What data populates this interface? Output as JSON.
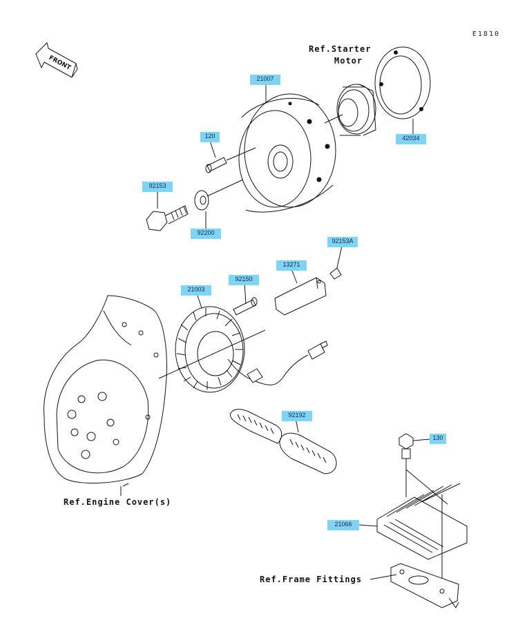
{
  "diagram_code": "E1810",
  "front_label": "FRONT",
  "references": {
    "starter_motor": [
      "Ref.Starter",
      "Motor"
    ],
    "engine_cover": "Ref.Engine Cover(s)",
    "frame_fittings": "Ref.Frame Fittings"
  },
  "parts": {
    "p21007": "21007",
    "p42034": "42034",
    "p120": "120",
    "p92153": "92153",
    "p92200": "92200",
    "p92153a": "92153A",
    "p13271": "13271",
    "p92150": "92150",
    "p21003": "21003",
    "p92192": "92192",
    "p130": "130",
    "p21066": "21066"
  },
  "colors": {
    "tag_bg": "#7fd3f5",
    "line": "#111111"
  }
}
